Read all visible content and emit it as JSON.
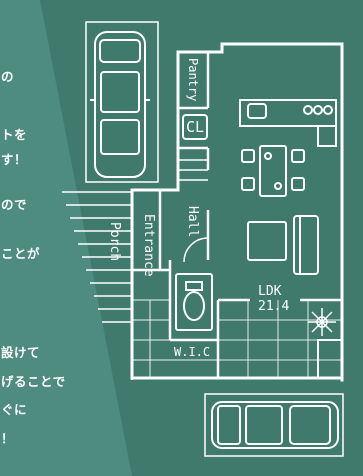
{
  "left_text": {
    "lines": [
      "の",
      "トを",
      "す！",
      "ので",
      "ことが",
      "設けて",
      "げることで",
      "ぐに",
      "！"
    ]
  },
  "floorplan": {
    "rooms": {
      "pantry": "Pantry",
      "cl": "CL",
      "hall": "Hall",
      "entrance": "Entrance",
      "porch": "Porch",
      "ldk": "LDK",
      "ldk_size": "21.4",
      "wic": "W.I.C"
    }
  },
  "colors": {
    "background": "#4e8c7f",
    "panel": "#3f7a6d",
    "line": "#ffffff"
  },
  "icons": [
    "car-icon",
    "car-icon",
    "kitchen-icon",
    "dining-set-icon",
    "sofa-icon",
    "plant-icon",
    "toilet-icon"
  ]
}
